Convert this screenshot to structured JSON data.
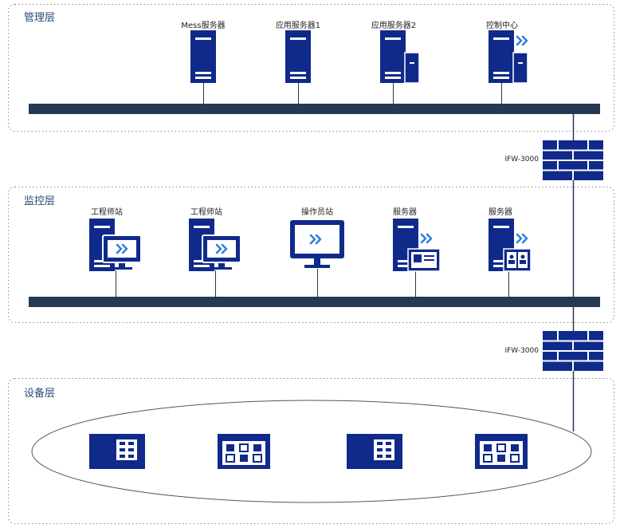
{
  "layers": {
    "management": {
      "title": "管理层",
      "servers": [
        {
          "label": "Mess服务器",
          "icon": "server-icon"
        },
        {
          "label": "应用服务器1",
          "icon": "server-icon"
        },
        {
          "label": "应用服务器2",
          "icon": "server-with-storage-icon"
        },
        {
          "label": "控制中心",
          "icon": "control-center-server-icon"
        }
      ]
    },
    "monitoring": {
      "title": "监控层",
      "stations": [
        {
          "label": "工程师站",
          "icon": "engineer-workstation-icon"
        },
        {
          "label": "工程师站",
          "icon": "engineer-workstation-icon"
        },
        {
          "label": "操作员站",
          "icon": "operator-monitor-icon"
        },
        {
          "label": "服务器",
          "icon": "server-with-card-icon"
        },
        {
          "label": "服务器",
          "icon": "server-with-book-icon"
        }
      ]
    },
    "device": {
      "title": "设备层",
      "devices": [
        {
          "icon": "io-module-icon"
        },
        {
          "icon": "controller-module-icon"
        },
        {
          "icon": "io-module-icon"
        },
        {
          "icon": "controller-module-icon"
        }
      ]
    }
  },
  "firewalls": [
    {
      "label": "IFW-3000",
      "icon": "firewall-brick-icon"
    },
    {
      "label": "IFW-3000",
      "icon": "firewall-brick-icon"
    }
  ],
  "colors": {
    "device_blue": "#0f2a8a",
    "bus_dark": "#243a52",
    "title_blue": "#2b4a78",
    "accent_light_blue": "#2f7fe0",
    "dashed_border": "#8a8a8a"
  }
}
